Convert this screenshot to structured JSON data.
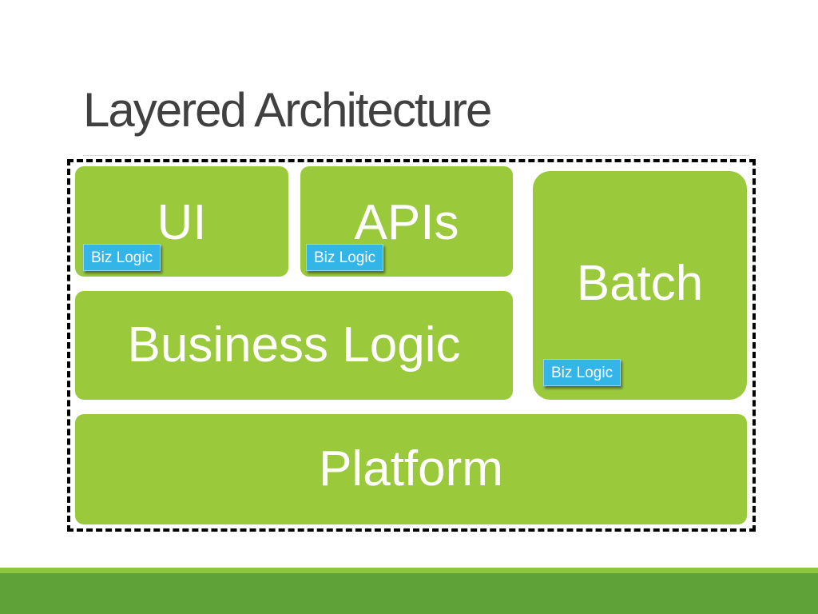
{
  "slide": {
    "title": "Layered Architecture"
  },
  "layers": {
    "ui": "UI",
    "apis": "APIs",
    "batch": "Batch",
    "business_logic": "Business Logic",
    "platform": "Platform"
  },
  "badges": {
    "ui_biz_logic": "Biz Logic",
    "apis_biz_logic": "Biz Logic",
    "batch_biz_logic": "Biz Logic"
  },
  "colors": {
    "layer_green": "#9ACA3C",
    "badge_blue": "#33B5E8",
    "footer_light_green": "#8DC63F",
    "footer_dark_green": "#5FA238",
    "title_gray": "#404040"
  }
}
